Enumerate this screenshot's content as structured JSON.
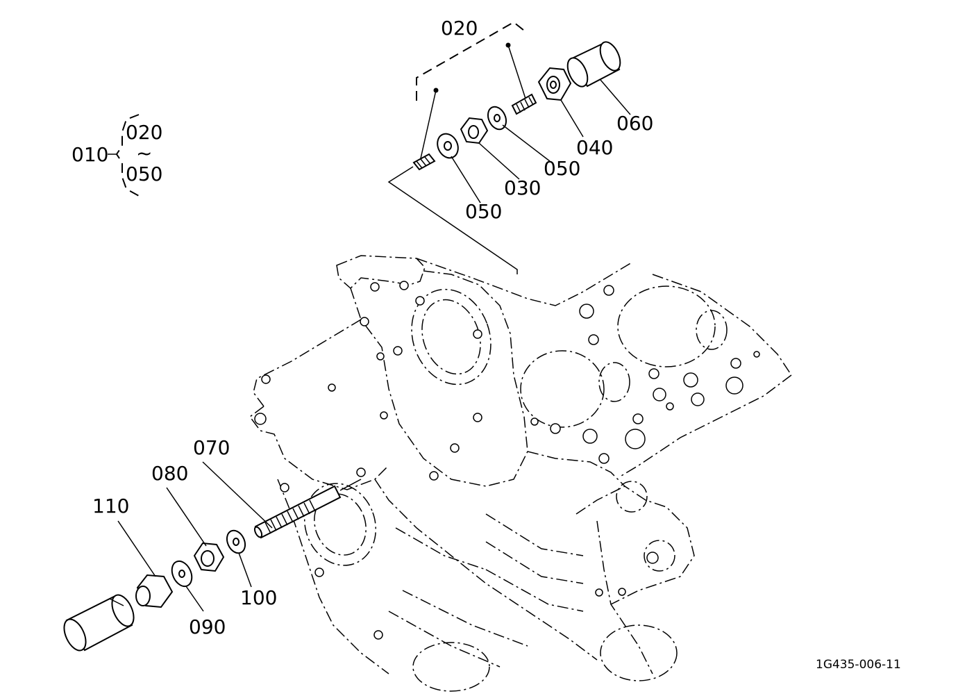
{
  "labels": {
    "p010": "010",
    "p020_top": "020",
    "p020_group": "020",
    "tilde": "~",
    "p050_group": "050",
    "p030": "030",
    "p040": "040",
    "p050_a": "050",
    "p050_b": "050",
    "p060": "060",
    "p070": "070",
    "p080": "080",
    "p090": "090",
    "p100": "100",
    "p110": "110"
  },
  "figure_code": "1G435-006-11"
}
